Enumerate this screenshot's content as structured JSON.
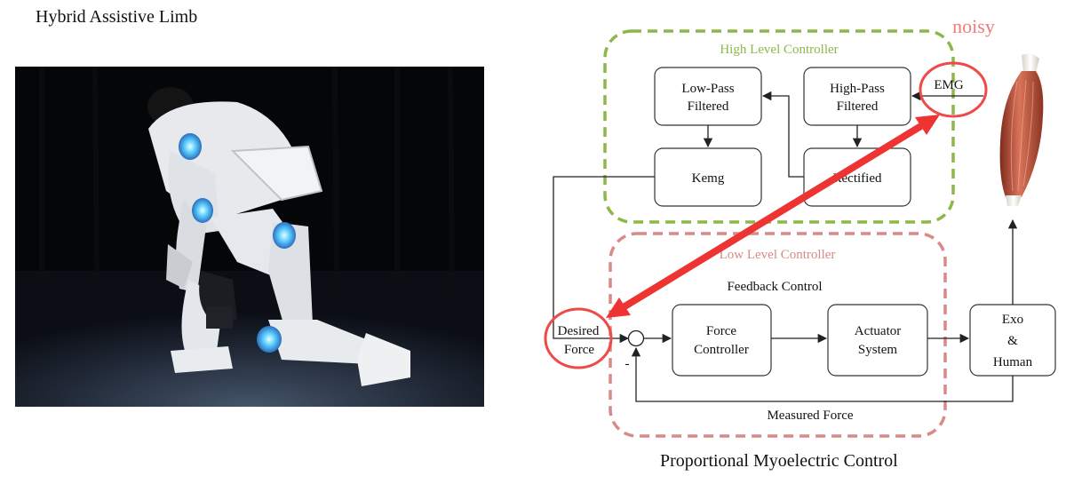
{
  "left_title": "Hybrid Assistive Limb",
  "bottom_title": "Proportional Myoelectric Control",
  "annotation_noisy": "noisy",
  "colors": {
    "high_group": "#8cb84a",
    "low_group": "#d88a86",
    "highlight": "#ee3333",
    "annotation": "#f07a7a",
    "line": "#222222"
  },
  "diagram": {
    "high_group_label": "High Level Controller",
    "low_group_label": "Low Level Controller",
    "low_pass_line1": "Low-Pass",
    "low_pass_line2": "Filtered",
    "high_pass_line1": "High-Pass",
    "high_pass_line2": "Filtered",
    "emg": "EMG",
    "kemg": "Kemg",
    "rectified": "Rectified",
    "feedback_control": "Feedback Control",
    "desired_line1": "Desired",
    "desired_line2": "Force",
    "minus_sign": "-",
    "force_ctrl_line1": "Force",
    "force_ctrl_line2": "Controller",
    "actuator_line1": "Actuator",
    "actuator_line2": "System",
    "exo_line1": "Exo",
    "exo_line2": "&",
    "exo_line3": "Human",
    "measured_force": "Measured Force"
  },
  "icons": {
    "photo": "exoskeleton-photo",
    "muscle": "muscle-illustration"
  }
}
